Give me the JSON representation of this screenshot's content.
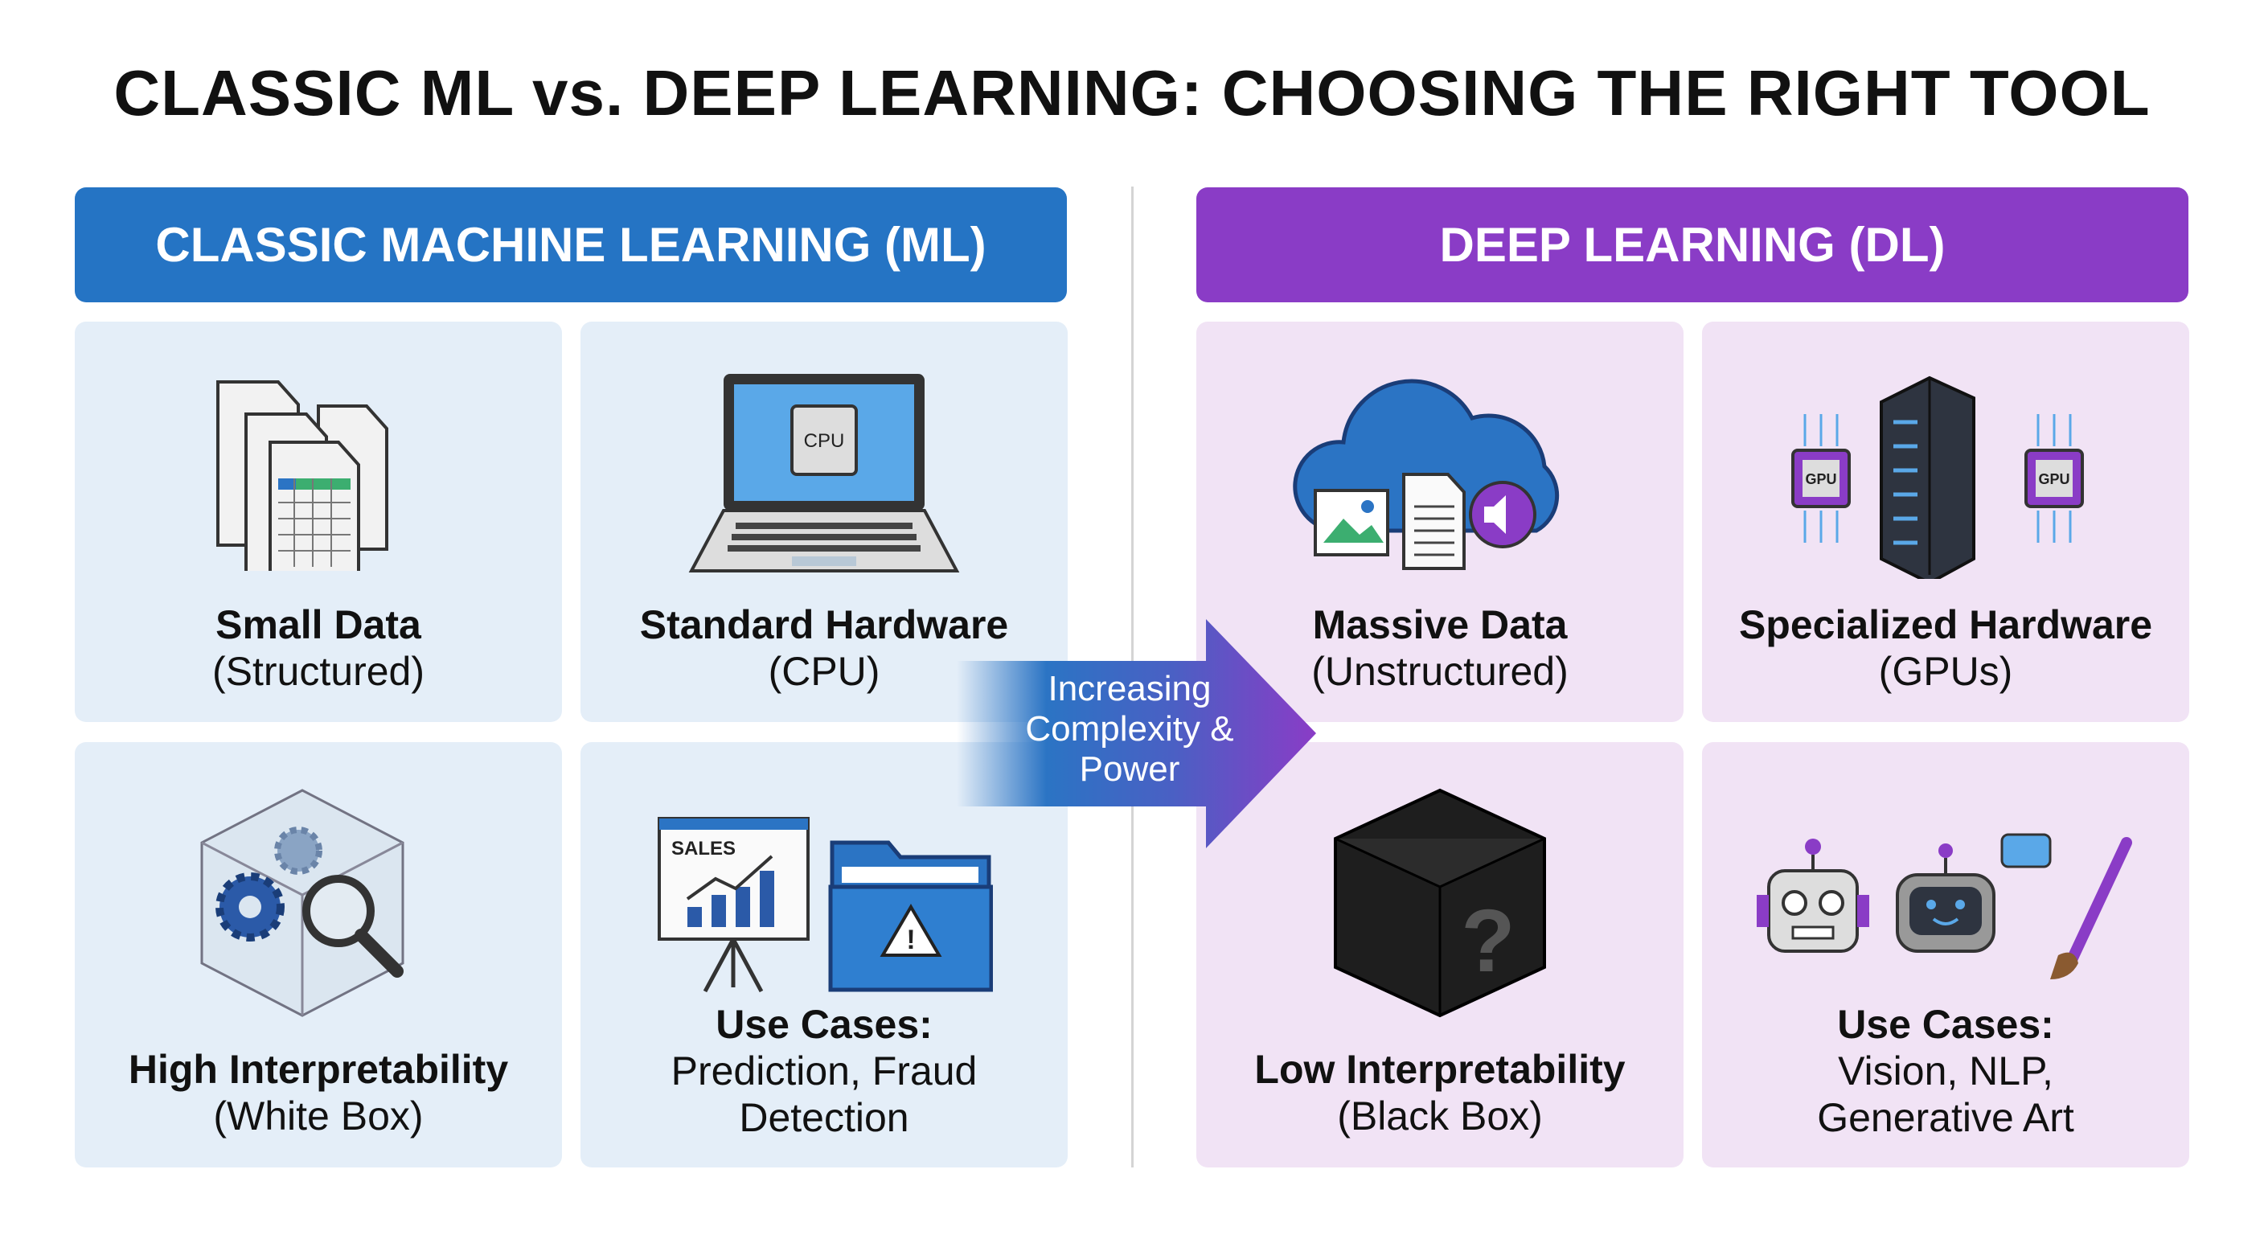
{
  "title": "CLASSIC ML vs. DEEP LEARNING: CHOOSING THE RIGHT TOOL",
  "colors": {
    "ml": "#2574c4",
    "dl": "#8a3cc6",
    "ml_card": "#e4eef8",
    "dl_card": "#f1e3f5"
  },
  "ml": {
    "header": "CLASSIC MACHINE LEARNING (ML)",
    "cards": [
      {
        "title": "Small Data",
        "subtitle": "(Structured)",
        "icon": "spreadsheets-icon"
      },
      {
        "title": "Standard Hardware",
        "subtitle": "(CPU)",
        "icon": "laptop-cpu-icon",
        "chip_label": "CPU"
      },
      {
        "title": "High Interpretability",
        "subtitle": "(White Box)",
        "icon": "transparent-cube-gears-icon"
      },
      {
        "title": "Use Cases:",
        "subtitle": "Prediction, Fraud Detection",
        "icon": "sales-chart-folder-icon",
        "chart_label": "SALES"
      }
    ]
  },
  "dl": {
    "header": "DEEP LEARNING (DL)",
    "cards": [
      {
        "title": "Massive Data",
        "subtitle": "(Unstructured)",
        "icon": "cloud-media-icon"
      },
      {
        "title": "Specialized Hardware",
        "subtitle": "(GPUs)",
        "icon": "server-gpu-icon",
        "chip_label": "GPU"
      },
      {
        "title": "Low Interpretability",
        "subtitle": "(Black Box)",
        "icon": "black-box-icon"
      },
      {
        "title": "Use Cases:",
        "subtitle": "Vision, NLP, Generative Art",
        "icon": "robots-brush-icon"
      }
    ]
  },
  "arrow": {
    "label": "Increasing Complexity & Power"
  }
}
